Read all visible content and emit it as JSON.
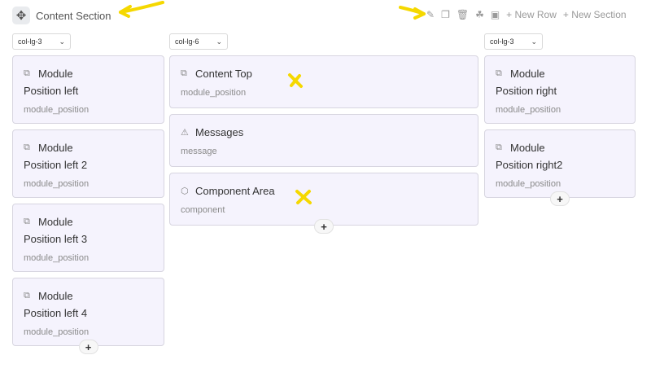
{
  "section": {
    "title": "Content Section",
    "move_icon": "arrows-move-icon"
  },
  "toolbar": {
    "icons": [
      "pencil-icon",
      "copy-icon",
      "trash-icon",
      "cubes-icon",
      "save-icon"
    ],
    "new_row": "+ New Row",
    "new_section": "+ New Section"
  },
  "columns": [
    {
      "size": "col-lg-3",
      "cards": [
        {
          "icon": "puzzle-icon",
          "title": "Module",
          "subtitle": "Position left",
          "position": "module_position"
        },
        {
          "icon": "puzzle-icon",
          "title": "Module",
          "subtitle": "Position left 2",
          "position": "module_position"
        },
        {
          "icon": "puzzle-icon",
          "title": "Module",
          "subtitle": "Position left 3",
          "position": "module_position"
        },
        {
          "icon": "puzzle-icon",
          "title": "Module",
          "subtitle": "Position left 4",
          "position": "module_position"
        }
      ]
    },
    {
      "size": "col-lg-6",
      "cards": [
        {
          "icon": "puzzle-icon",
          "title": "Content Top",
          "position": "module_position"
        },
        {
          "icon": "warning-icon",
          "title": "Messages",
          "position": "message"
        },
        {
          "icon": "box-icon",
          "title": "Component Area",
          "position": "component"
        }
      ]
    },
    {
      "size": "col-lg-3",
      "cards": [
        {
          "icon": "puzzle-icon",
          "title": "Module",
          "subtitle": "Position right",
          "position": "module_position"
        },
        {
          "icon": "puzzle-icon",
          "title": "Module",
          "subtitle": "Position right2",
          "position": "module_position"
        }
      ]
    }
  ],
  "add_label": "+",
  "annotation_color": "#f5d800"
}
